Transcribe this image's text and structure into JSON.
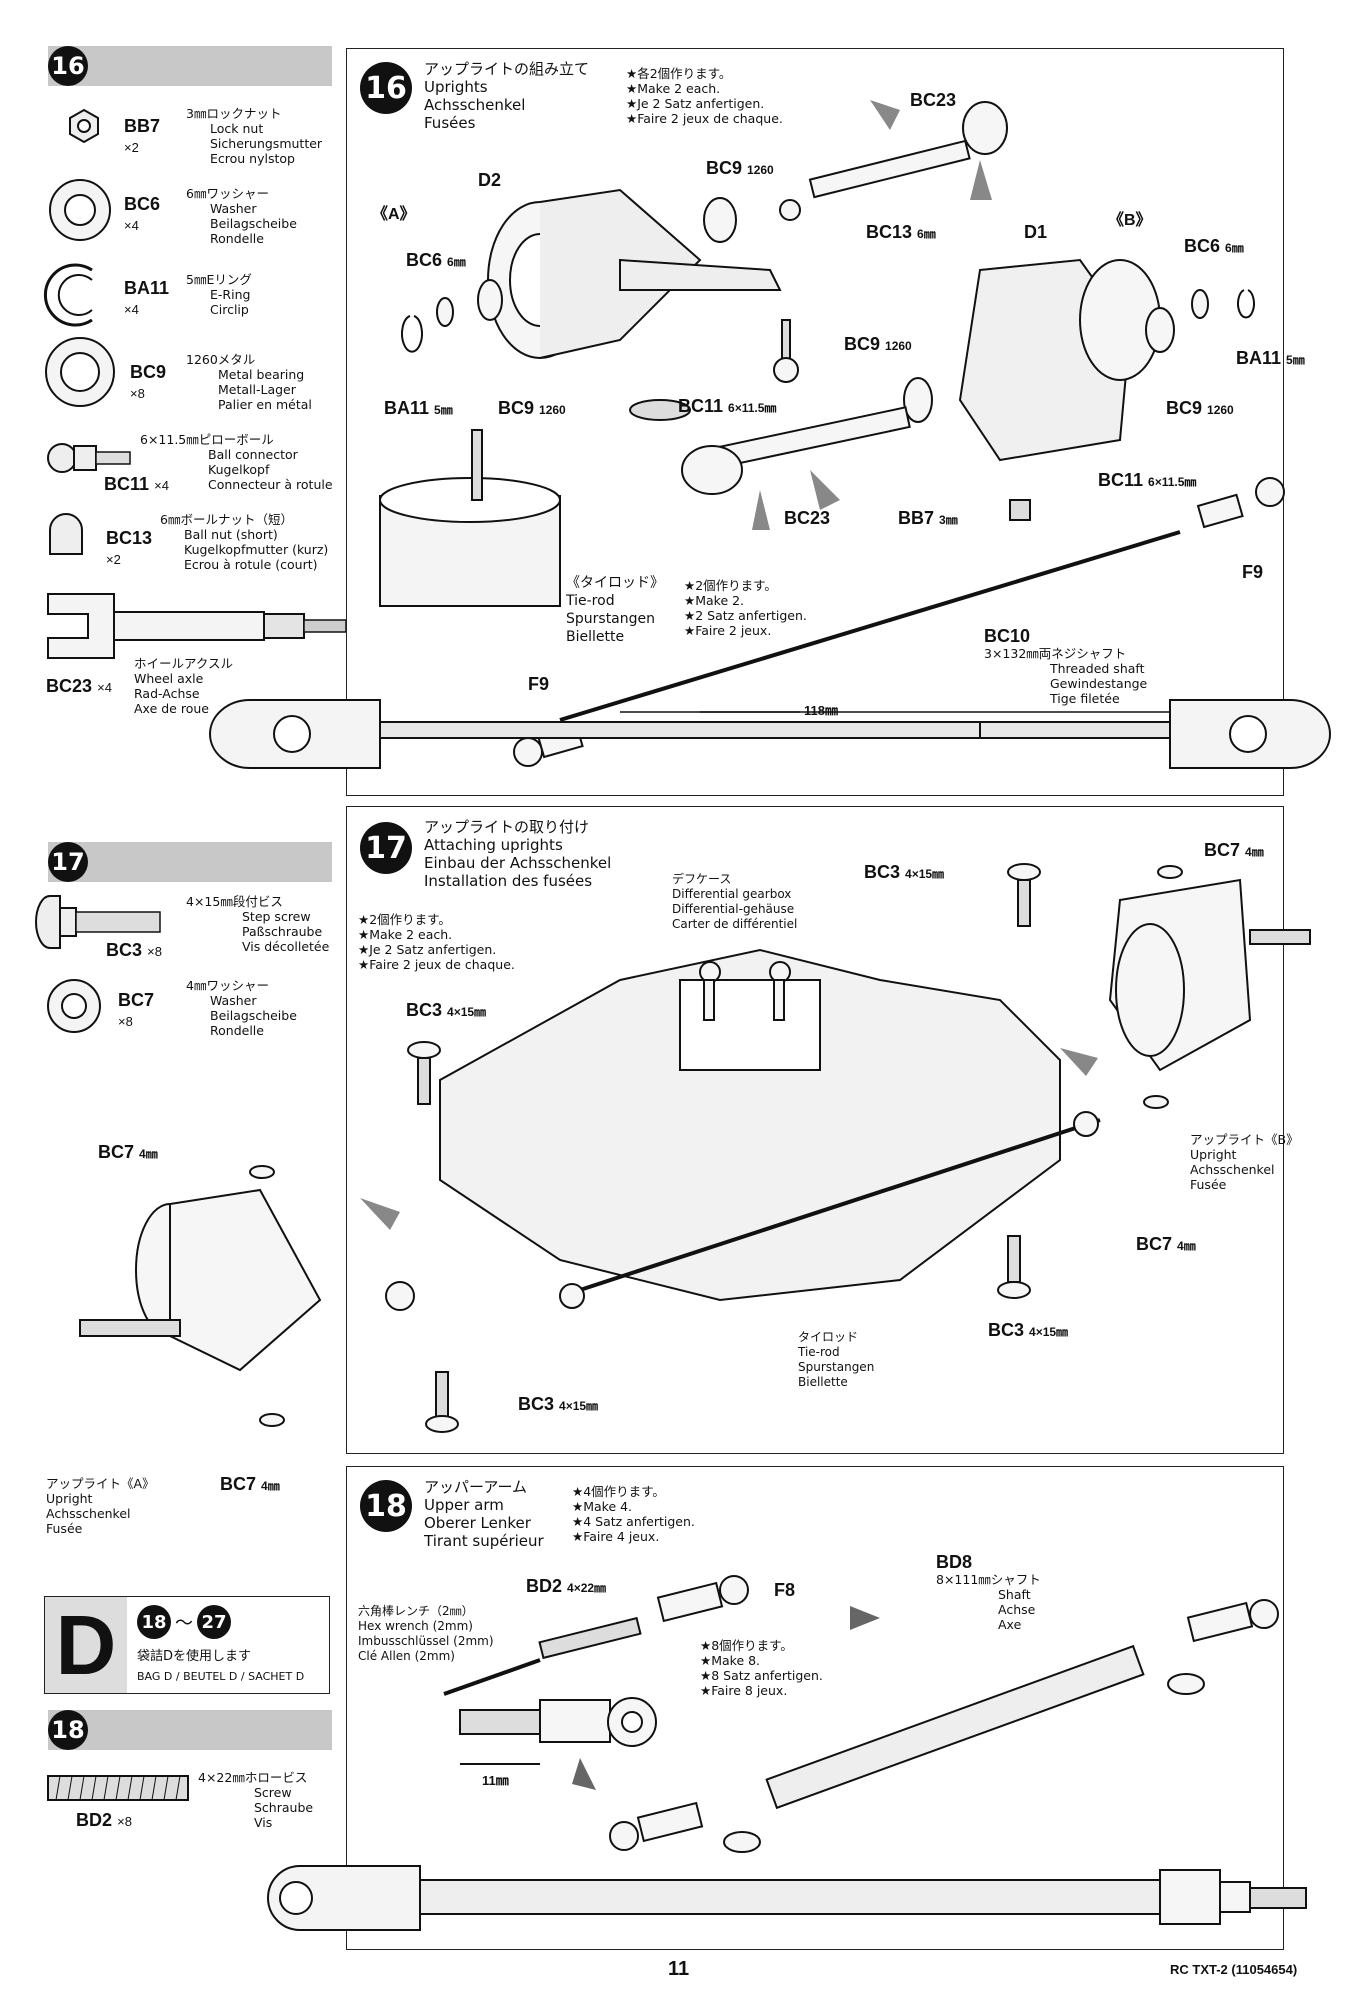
{
  "step16": {
    "num": "16",
    "parts": [
      {
        "code": "BB7",
        "qty": "×2",
        "jp": "3㎜ロックナット",
        "en": [
          "Lock nut",
          "Sicherungsmutter",
          "Ecrou nylstop"
        ]
      },
      {
        "code": "BC6",
        "qty": "×4",
        "jp": "6㎜ワッシャー",
        "en": [
          "Washer",
          "Beilagscheibe",
          "Rondelle"
        ]
      },
      {
        "code": "BA11",
        "qty": "×4",
        "jp": "5㎜Eリング",
        "en": [
          "E-Ring",
          "Circlip"
        ]
      },
      {
        "code": "BC9",
        "qty": "×8",
        "jp": "1260メタル",
        "en": [
          "Metal bearing",
          "Metall-Lager",
          "Palier en métal"
        ]
      },
      {
        "code": "BC11",
        "qty": "×4",
        "jp": "6×11.5㎜ピローボール",
        "en": [
          "Ball connector",
          "Kugelkopf",
          "Connecteur à rotule"
        ]
      },
      {
        "code": "BC13",
        "qty": "×2",
        "jp": "6㎜ボールナット（短）",
        "en": [
          "Ball nut (short)",
          "Kugelkopfmutter (kurz)",
          "Ecrou à rotule (court)"
        ]
      },
      {
        "code": "BC23",
        "qty": "×4",
        "jp": "ホイールアクスル",
        "en": [
          "Wheel axle",
          "Rad-Achse",
          "Axe de roue"
        ]
      }
    ],
    "title": {
      "jp": "アップライトの組み立て",
      "l1": "Uprights",
      "l2": "Achsschenkel",
      "l3": "Fusées"
    },
    "notes": [
      "★各2個作ります。",
      "★Make 2 each.",
      "★Je 2 Satz anfertigen.",
      "★Faire 2 jeux de chaque."
    ],
    "tierod": {
      "jp": "《タイロッド》",
      "l1": "Tie-rod",
      "l2": "Spurstangen",
      "l3": "Biellette"
    },
    "tierod_notes": [
      "★2個作ります。",
      "★Make 2.",
      "★2 Satz anfertigen.",
      "★Faire 2 jeux."
    ],
    "labels": {
      "A": "《A》",
      "B": "《B》",
      "D2": "D2",
      "D1": "D1",
      "BC23a": "BC23",
      "BC23b": "BC23",
      "BC9": "BC9",
      "n1260": "1260",
      "BC13": "BC13",
      "mm6": "6㎜",
      "BC6": "BC6",
      "BA11": "BA11",
      "mm5": "5㎜",
      "BC11": "BC11",
      "s6115": "6×11.5㎜",
      "BB7": "BB7",
      "mm3": "3㎜",
      "F9": "F9",
      "BC10": "BC10",
      "bc10_jp": "3×132㎜両ネジシャフト",
      "bc10_en": [
        "Threaded shaft",
        "Gewindestange",
        "Tige filetée"
      ],
      "dim118": "118㎜"
    }
  },
  "step17": {
    "num": "17",
    "parts": [
      {
        "code": "BC3",
        "qty": "×8",
        "jp": "4×15㎜段付ビス",
        "en": [
          "Step screw",
          "Paßschraube",
          "Vis décolletée"
        ]
      },
      {
        "code": "BC7",
        "qty": "×8",
        "jp": "4㎜ワッシャー",
        "en": [
          "Washer",
          "Beilagscheibe",
          "Rondelle"
        ]
      }
    ],
    "title": {
      "jp": "アップライトの取り付け",
      "l1": "Attaching uprights",
      "l2": "Einbau der Achsschenkel",
      "l3": "Installation des fusées"
    },
    "notes": [
      "★2個作ります。",
      "★Make 2 each.",
      "★Je 2 Satz anfertigen.",
      "★Faire 2 jeux de chaque."
    ],
    "diff": {
      "jp": "デフケース",
      "l1": "Differential gearbox",
      "l2": "Differential-gehäuse",
      "l3": "Carter de différentiel"
    },
    "uprightB": {
      "jp": "アップライト《B》",
      "l1": "Upright",
      "l2": "Achsschenkel",
      "l3": "Fusée"
    },
    "uprightA": {
      "jp": "アップライト《A》",
      "l1": "Upright",
      "l2": "Achsschenkel",
      "l3": "Fusée"
    },
    "tierod": {
      "jp": "タイロッド",
      "l1": "Tie-rod",
      "l2": "Spurstangen",
      "l3": "Biellette"
    },
    "labels": {
      "BC3": "BC3",
      "s415": "4×15㎜",
      "BC7": "BC7",
      "mm4": "4㎜"
    }
  },
  "bagD": {
    "letter": "D",
    "from": "18",
    "tilde": "〜",
    "to": "27",
    "jp": "袋詰Dを使用します",
    "en": "BAG D / BEUTEL D / SACHET D"
  },
  "step18": {
    "num": "18",
    "parts": [
      {
        "code": "BD2",
        "qty": "×8",
        "jp": "4×22㎜ホロービス",
        "en": [
          "Screw",
          "Schraube",
          "Vis"
        ]
      }
    ],
    "title": {
      "jp": "アッパーアーム",
      "l1": "Upper arm",
      "l2": "Oberer Lenker",
      "l3": "Tirant supérieur"
    },
    "notes": [
      "★4個作ります。",
      "★Make 4.",
      "★4 Satz anfertigen.",
      "★Faire 4 jeux."
    ],
    "wrench": {
      "jp": "六角棒レンチ（2㎜）",
      "l1": "Hex wrench (2mm)",
      "l2": "Imbusschlüssel (2mm)",
      "l3": "Clé Allen (2mm)"
    },
    "notes2": [
      "★8個作ります。",
      "★Make 8.",
      "★8 Satz anfertigen.",
      "★Faire 8 jeux."
    ],
    "labels": {
      "BD2": "BD2",
      "s422": "4×22㎜",
      "F8": "F8",
      "BD8": "BD8",
      "bd8_jp": "8×111㎜シャフト",
      "bd8_en": [
        "Shaft",
        "Achse",
        "Axe"
      ],
      "dim11": "11㎜"
    }
  },
  "footer": {
    "page": "11",
    "code": "RC TXT-2 (11054654)"
  }
}
